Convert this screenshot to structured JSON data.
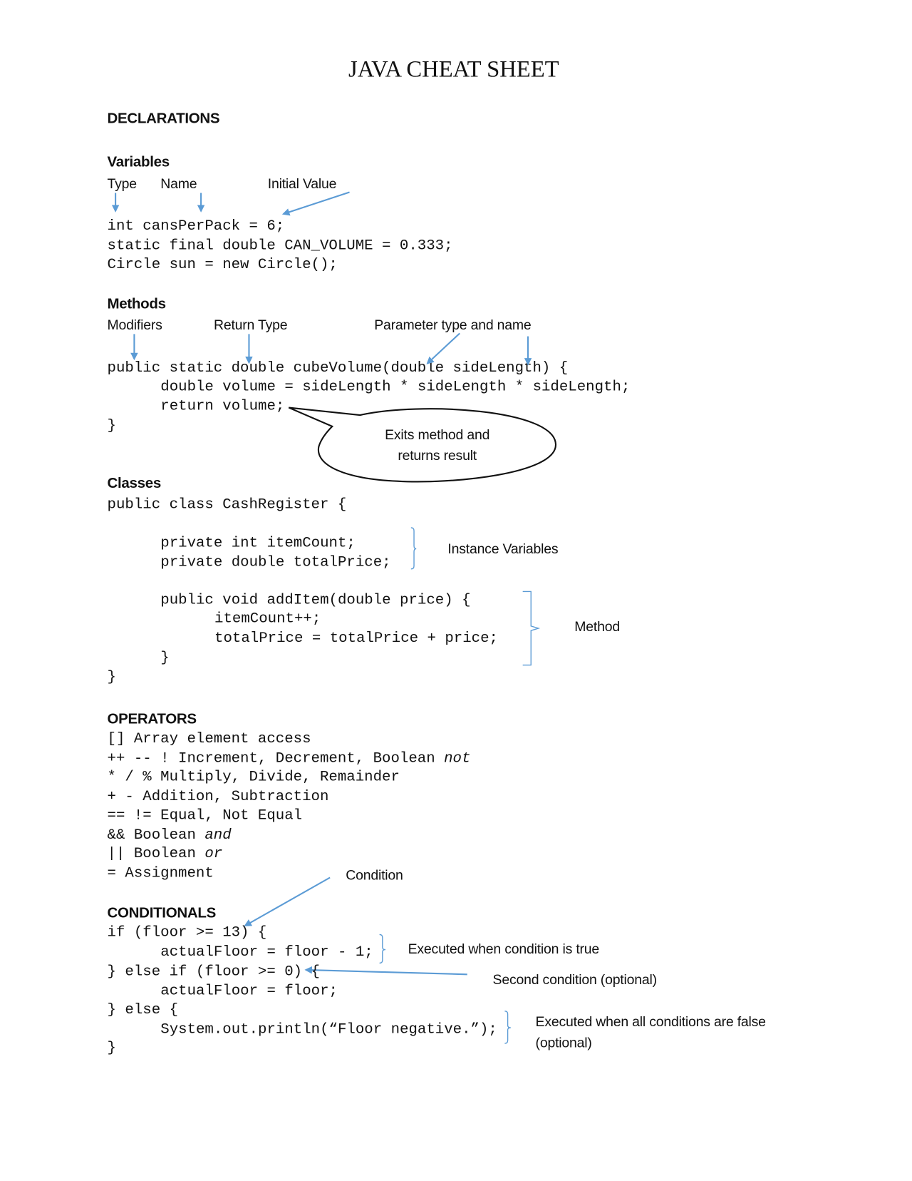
{
  "title": "JAVA CHEAT SHEET",
  "colors": {
    "arrow": "#5b9bd5",
    "text": "#111111"
  },
  "declarations": {
    "heading": "DECLARATIONS",
    "variables": {
      "heading": "Variables",
      "labels": {
        "type": "Type",
        "name": "Name",
        "initial": "Initial Value"
      },
      "code": [
        "int cansPerPack = 6;",
        "static final double CAN_VOLUME = 0.333;",
        "Circle sun = new Circle();"
      ]
    },
    "methods": {
      "heading": "Methods",
      "labels": {
        "modifiers": "Modifiers",
        "return_type": "Return Type",
        "parameter": "Parameter type and name"
      },
      "code": [
        "public static double cubeVolume(double sideLength) {",
        "double volume = sideLength * sideLength * sideLength;",
        "return volume;",
        "}"
      ],
      "callout": [
        "Exits method and",
        "returns result"
      ]
    },
    "classes": {
      "heading": "Classes",
      "code": [
        "public class CashRegister {",
        "private int itemCount;",
        "private double totalPrice;",
        "public void addItem(double price) {",
        "itemCount++;",
        "totalPrice = totalPrice + price;",
        "}",
        "}"
      ],
      "instance_label": "Instance Variables",
      "method_label": "Method"
    }
  },
  "operators": {
    "heading": "OPERATORS",
    "items": [
      {
        "text": "[] Array element access",
        "em": ""
      },
      {
        "text": "++ -- ! Increment, Decrement, Boolean ",
        "em": "not"
      },
      {
        "text": "* / % Multiply, Divide, Remainder",
        "em": ""
      },
      {
        "text": "+ - Addition, Subtraction",
        "em": ""
      },
      {
        "text": "== != Equal, Not Equal",
        "em": ""
      },
      {
        "text": "&& Boolean ",
        "em": "and"
      },
      {
        "text": "|| Boolean ",
        "em": "or"
      },
      {
        "text": "= Assignment",
        "em": ""
      }
    ]
  },
  "conditionals": {
    "heading": "CONDITIONALS",
    "condition_label": "Condition",
    "code": [
      "if (floor >= 13) {",
      "actualFloor = floor - 1;",
      "} else if (floor >= 0) {",
      "actualFloor = floor;",
      "} else {",
      "System.out.println(“Floor negative.”);",
      "}"
    ],
    "true_label": "Executed when condition is true",
    "second_label": "Second condition (optional)",
    "false_label": [
      "Executed when all conditions are false",
      "(optional)"
    ]
  }
}
